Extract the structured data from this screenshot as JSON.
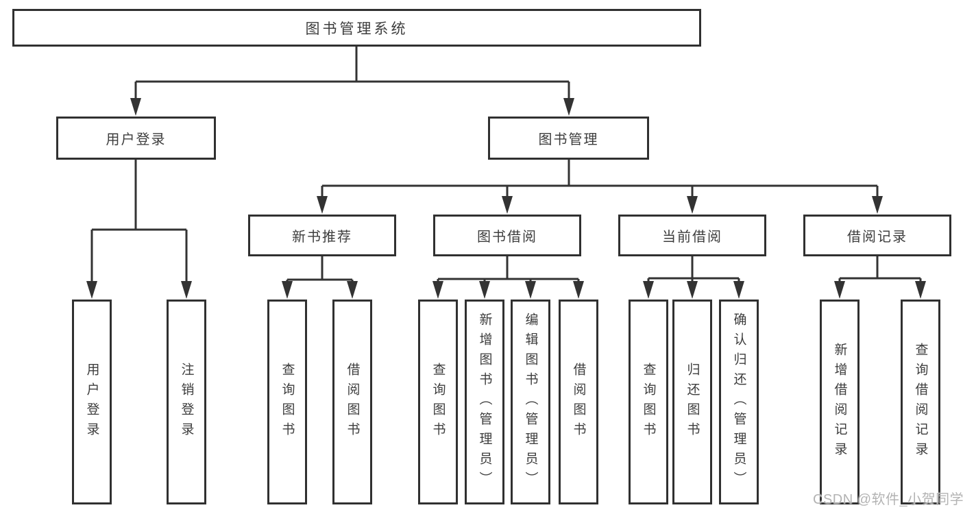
{
  "tree": {
    "root": {
      "label": "图书管理系统",
      "children": [
        {
          "label": "用户登录",
          "children": [
            {
              "label": "用户登录"
            },
            {
              "label": "注销登录"
            }
          ]
        },
        {
          "label": "图书管理",
          "children": [
            {
              "label": "新书推荐",
              "children": [
                {
                  "label": "查询图书"
                },
                {
                  "label": "借阅图书"
                }
              ]
            },
            {
              "label": "图书借阅",
              "children": [
                {
                  "label": "查询图书"
                },
                {
                  "label": "新增图书（管理员）"
                },
                {
                  "label": "编辑图书（管理员）"
                },
                {
                  "label": "借阅图书"
                }
              ]
            },
            {
              "label": "当前借阅",
              "children": [
                {
                  "label": "查询图书"
                },
                {
                  "label": "归还图书"
                },
                {
                  "label": "确认归还（管理员）"
                }
              ]
            },
            {
              "label": "借阅记录",
              "children": [
                {
                  "label": "新增借阅记录"
                },
                {
                  "label": "查询借阅记录"
                }
              ]
            }
          ]
        }
      ]
    }
  },
  "watermark": {
    "text": "CSDN @软件_小贺同学"
  },
  "colors": {
    "line": "#333333",
    "box_border": "#303030",
    "text": "#3d3d3d",
    "watermark": "#b3b3b3",
    "background": "#ffffff"
  }
}
